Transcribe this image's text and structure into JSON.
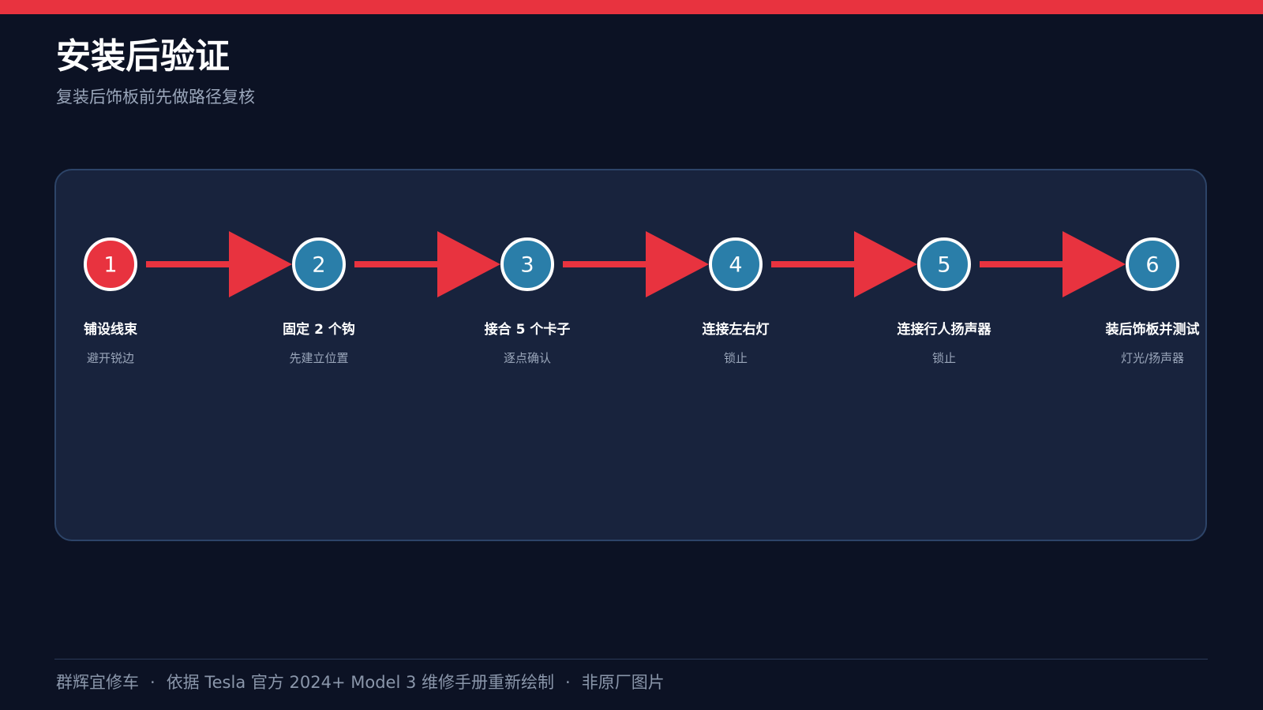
{
  "title": "安装后验证",
  "subtitle": "复装后饰板前先做路径复核",
  "colors": {
    "background": "#0c1224",
    "accent": "#e8333f",
    "panel": "#18233d",
    "panel_border": "#2d4468",
    "step_active": "#e8333f",
    "step_default": "#2a7ea9"
  },
  "steps": [
    {
      "number": "1",
      "title": "铺设线束",
      "desc": "避开锐边",
      "active": true
    },
    {
      "number": "2",
      "title": "固定 2 个钩",
      "desc": "先建立位置",
      "active": false
    },
    {
      "number": "3",
      "title": "接合 5 个卡子",
      "desc": "逐点确认",
      "active": false
    },
    {
      "number": "4",
      "title": "连接左右灯",
      "desc": "锁止",
      "active": false
    },
    {
      "number": "5",
      "title": "连接行人扬声器",
      "desc": "锁止",
      "active": false
    },
    {
      "number": "6",
      "title": "装后饰板并测试",
      "desc": "灯光/扬声器",
      "active": false
    }
  ],
  "footer": {
    "brand": "群辉宜修车",
    "source": "依据 Tesla 官方 2024+ Model 3 维修手册重新绘制",
    "note": "非原厂图片",
    "separator": "·"
  }
}
